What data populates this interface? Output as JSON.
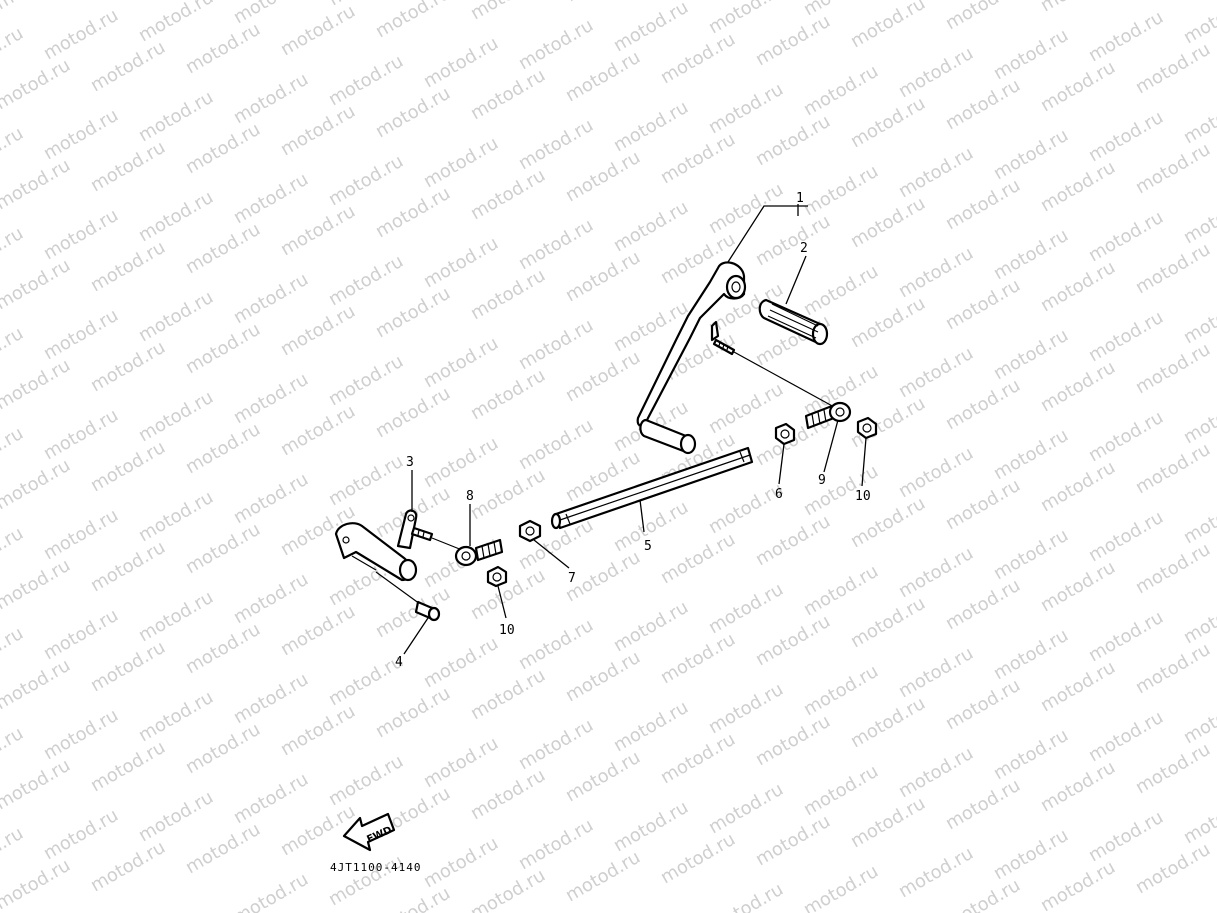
{
  "watermark": {
    "text": "motod.ru"
  },
  "drawing_code": "4JT1100-4140",
  "fwd_label": "FWD",
  "callouts": [
    {
      "id": "callout-1",
      "label": "1"
    },
    {
      "id": "callout-2",
      "label": "2"
    },
    {
      "id": "callout-3",
      "label": "3"
    },
    {
      "id": "callout-4",
      "label": "4"
    },
    {
      "id": "callout-5",
      "label": "5"
    },
    {
      "id": "callout-6",
      "label": "6"
    },
    {
      "id": "callout-7",
      "label": "7"
    },
    {
      "id": "callout-8",
      "label": "8"
    },
    {
      "id": "callout-9",
      "label": "9"
    },
    {
      "id": "callout-10a",
      "label": "10"
    },
    {
      "id": "callout-10b",
      "label": "10"
    }
  ]
}
